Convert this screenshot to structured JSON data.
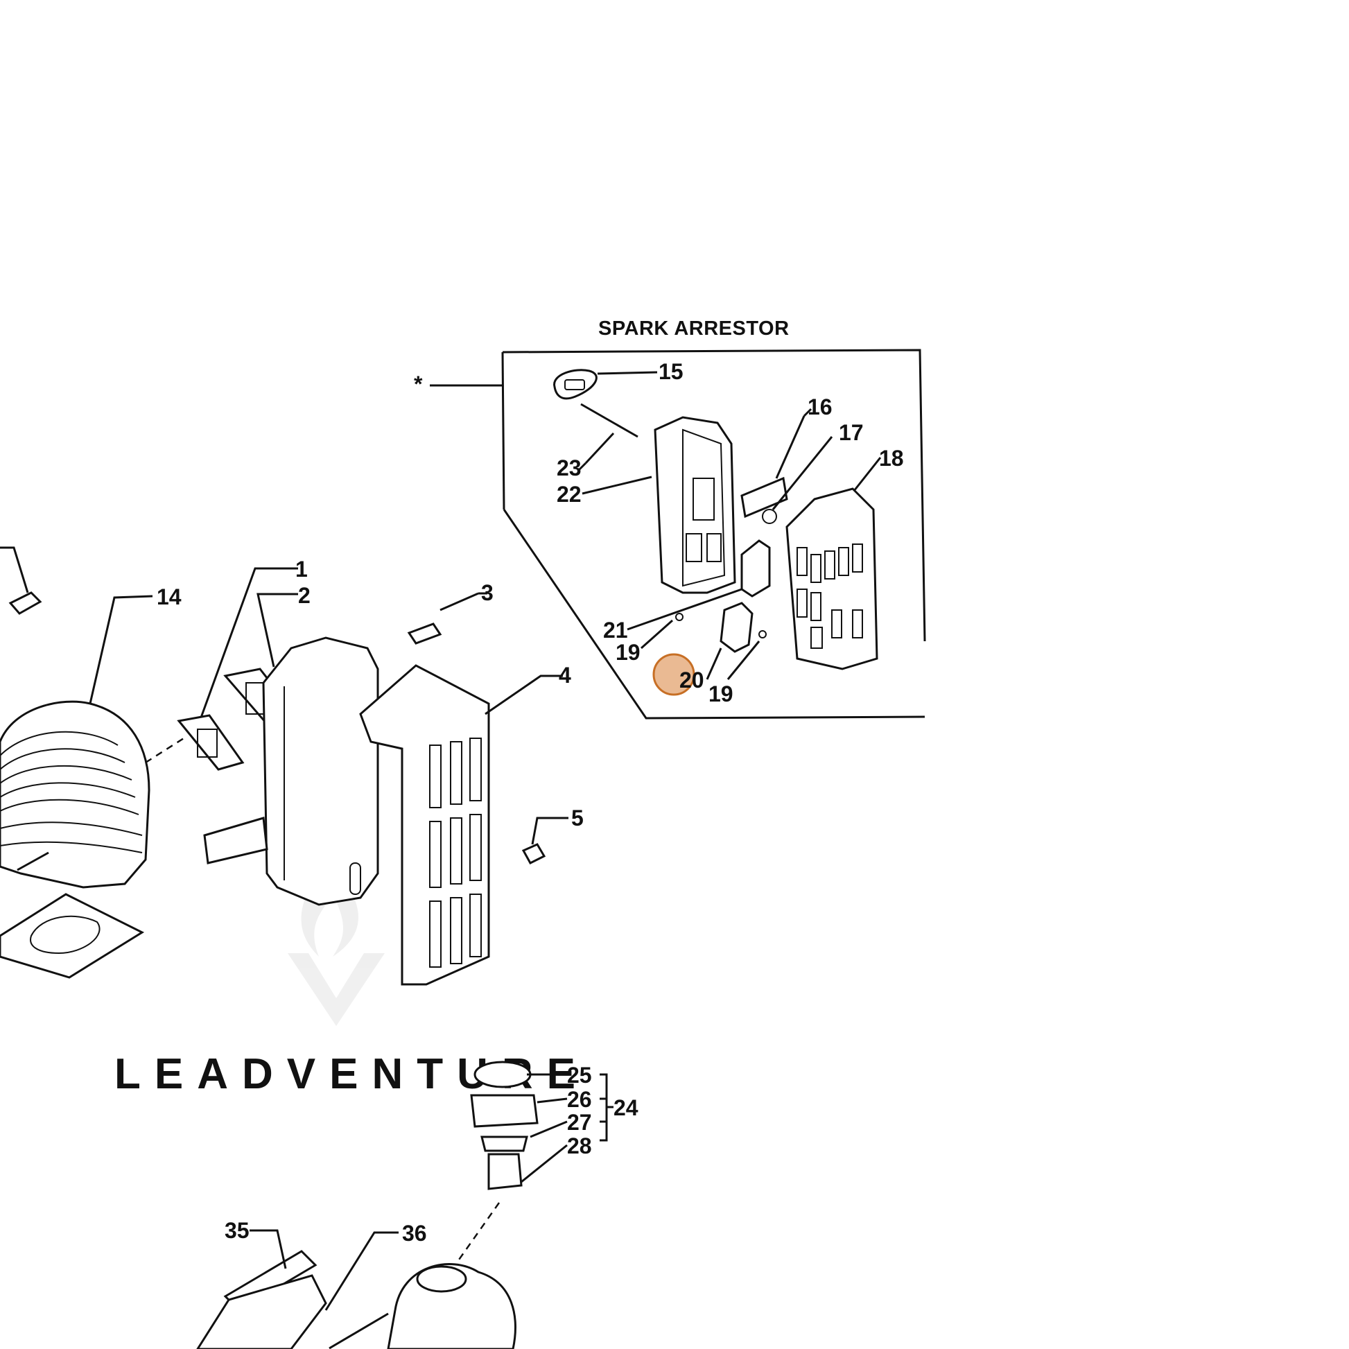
{
  "diagram": {
    "section_title": "SPARK ARRESTOR",
    "asterisk": "*",
    "watermark_text": "LEADVENTURE",
    "highlight_color": "#d9823b",
    "callouts": {
      "c1": "1",
      "c2": "2",
      "c3": "3",
      "c4": "4",
      "c5": "5",
      "c14": "14",
      "c15": "15",
      "c16": "16",
      "c17": "17",
      "c18": "18",
      "c19a": "19",
      "c19b": "19",
      "c20": "20",
      "c21": "21",
      "c22": "22",
      "c23": "23",
      "c24": "24",
      "c25": "25",
      "c26": "26",
      "c27": "27",
      "c28": "28",
      "c35": "35",
      "c36": "36"
    }
  }
}
